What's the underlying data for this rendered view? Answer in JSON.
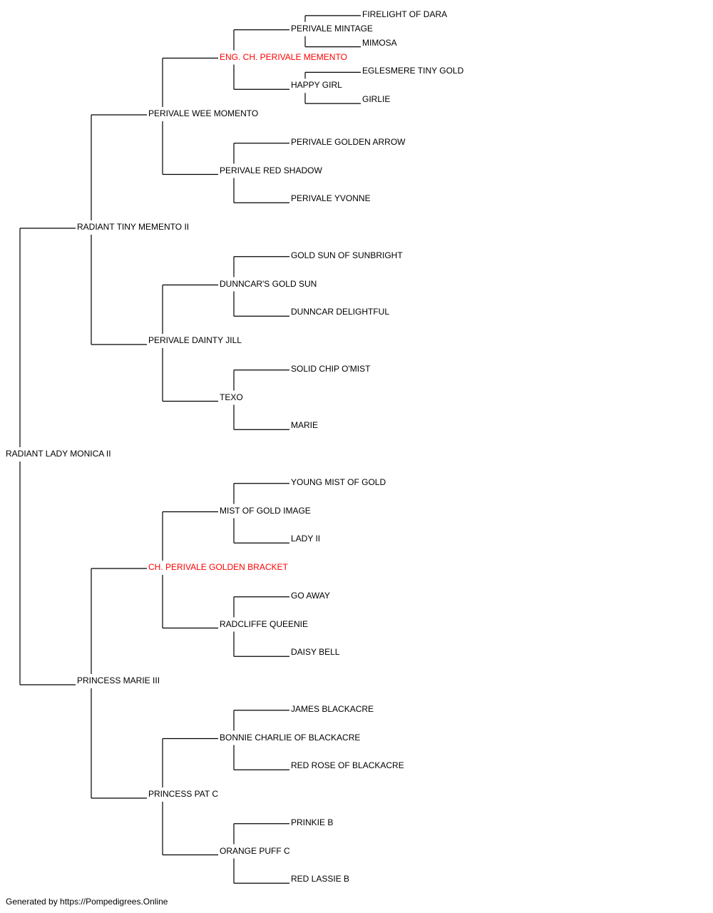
{
  "pedigree": {
    "name": "RADIANT LADY MONICA II",
    "sire": {
      "name": "RADIANT TINY MEMENTO II",
      "sire": {
        "name": "PERIVALE WEE MOMENTO",
        "sire": {
          "name": "ENG. CH. PERIVALE MEMENTO",
          "champion": true,
          "sire": {
            "name": "PERIVALE MINTAGE",
            "sire": {
              "name": "FIRELIGHT OF DARA"
            },
            "dam": {
              "name": "MIMOSA"
            }
          },
          "dam": {
            "name": "HAPPY GIRL",
            "sire": {
              "name": "EGLESMERE TINY GOLD"
            },
            "dam": {
              "name": "GIRLIE"
            }
          }
        },
        "dam": {
          "name": "PERIVALE RED SHADOW",
          "sire": {
            "name": "PERIVALE GOLDEN ARROW"
          },
          "dam": {
            "name": "PERIVALE YVONNE"
          }
        }
      },
      "dam": {
        "name": "PERIVALE DAINTY JILL",
        "sire": {
          "name": "DUNNCAR'S GOLD SUN",
          "sire": {
            "name": "GOLD SUN OF SUNBRIGHT"
          },
          "dam": {
            "name": "DUNNCAR DELIGHTFUL"
          }
        },
        "dam": {
          "name": "TEXO",
          "sire": {
            "name": "SOLID CHIP O'MIST"
          },
          "dam": {
            "name": "MARIE"
          }
        }
      }
    },
    "dam": {
      "name": "PRINCESS MARIE III",
      "sire": {
        "name": "CH. PERIVALE GOLDEN BRACKET",
        "champion": true,
        "sire": {
          "name": "MIST OF GOLD IMAGE",
          "sire": {
            "name": "YOUNG MIST OF GOLD"
          },
          "dam": {
            "name": "LADY II"
          }
        },
        "dam": {
          "name": "RADCLIFFE QUEENIE",
          "sire": {
            "name": "GO AWAY"
          },
          "dam": {
            "name": "DAISY BELL"
          }
        }
      },
      "dam": {
        "name": "PRINCESS PAT C",
        "sire": {
          "name": "BONNIE CHARLIE OF BLACKACRE",
          "sire": {
            "name": "JAMES BLACKACRE"
          },
          "dam": {
            "name": "RED ROSE OF BLACKACRE"
          }
        },
        "dam": {
          "name": "ORANGE PUFF C",
          "sire": {
            "name": "PRINKIE B"
          },
          "dam": {
            "name": "RED LASSIE B"
          }
        }
      }
    }
  },
  "colors": {
    "champion": "#ff0000",
    "normal": "#000000",
    "line": "#000000"
  },
  "footer": "Generated by https://Pompedigrees.Online"
}
